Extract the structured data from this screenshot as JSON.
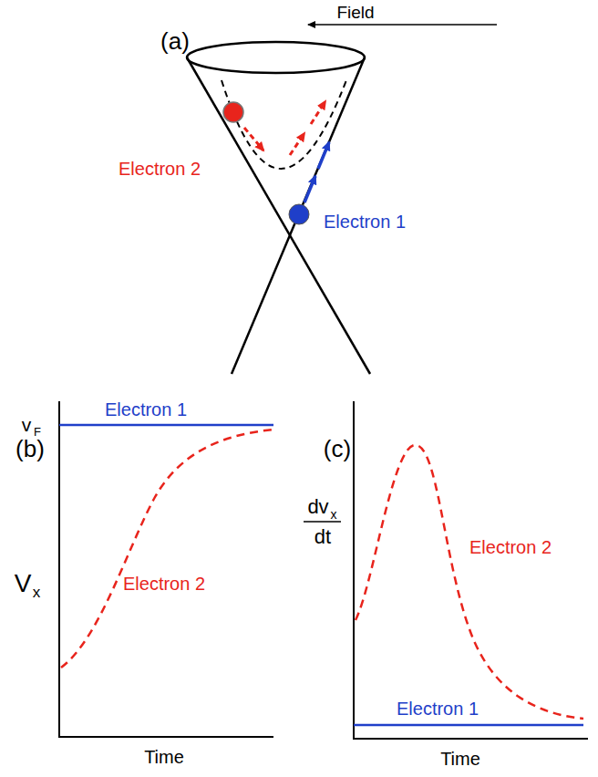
{
  "diagram": {
    "labels": [
      "Field",
      "(a)",
      "Electron 2",
      "Electron 1",
      "(b)",
      "(c)",
      "Electron 1",
      "v",
      "F",
      "V",
      "x",
      "Electron 2",
      "Time",
      "Electron 2",
      "dv",
      "x",
      "dt",
      "Electron 1",
      "Time"
    ]
  }
}
